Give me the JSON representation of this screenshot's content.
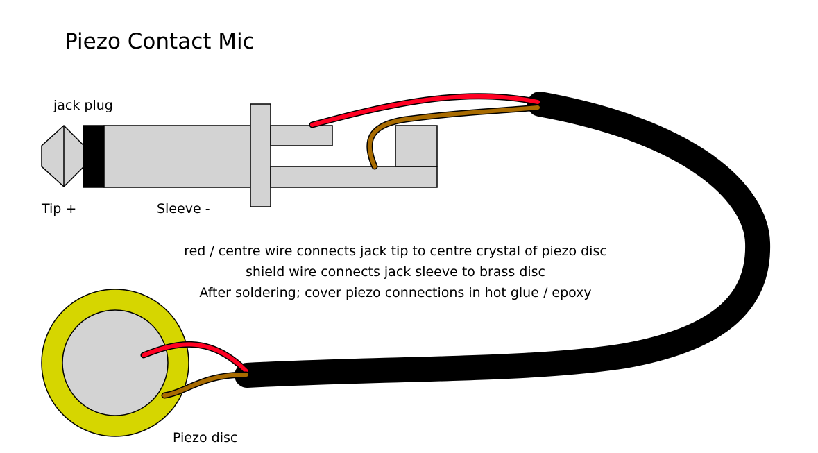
{
  "title": "Piezo Contact Mic",
  "labels": {
    "jack_plug": "jack plug",
    "tip": "Tip +",
    "sleeve": "Sleeve -",
    "piezo_disc": "Piezo disc"
  },
  "notes": [
    "red / centre wire connects jack tip to centre crystal of piezo disc",
    "shield wire connects jack sleeve to brass disc",
    "After soldering; cover piezo connections in hot glue / epoxy"
  ],
  "colors": {
    "body_grey": "#d3d3d3",
    "outline": "#000000",
    "red_wire": "#ff0022",
    "shield_wire": "#a86b00",
    "cable": "#000000",
    "piezo_brass": "#d6d600"
  }
}
